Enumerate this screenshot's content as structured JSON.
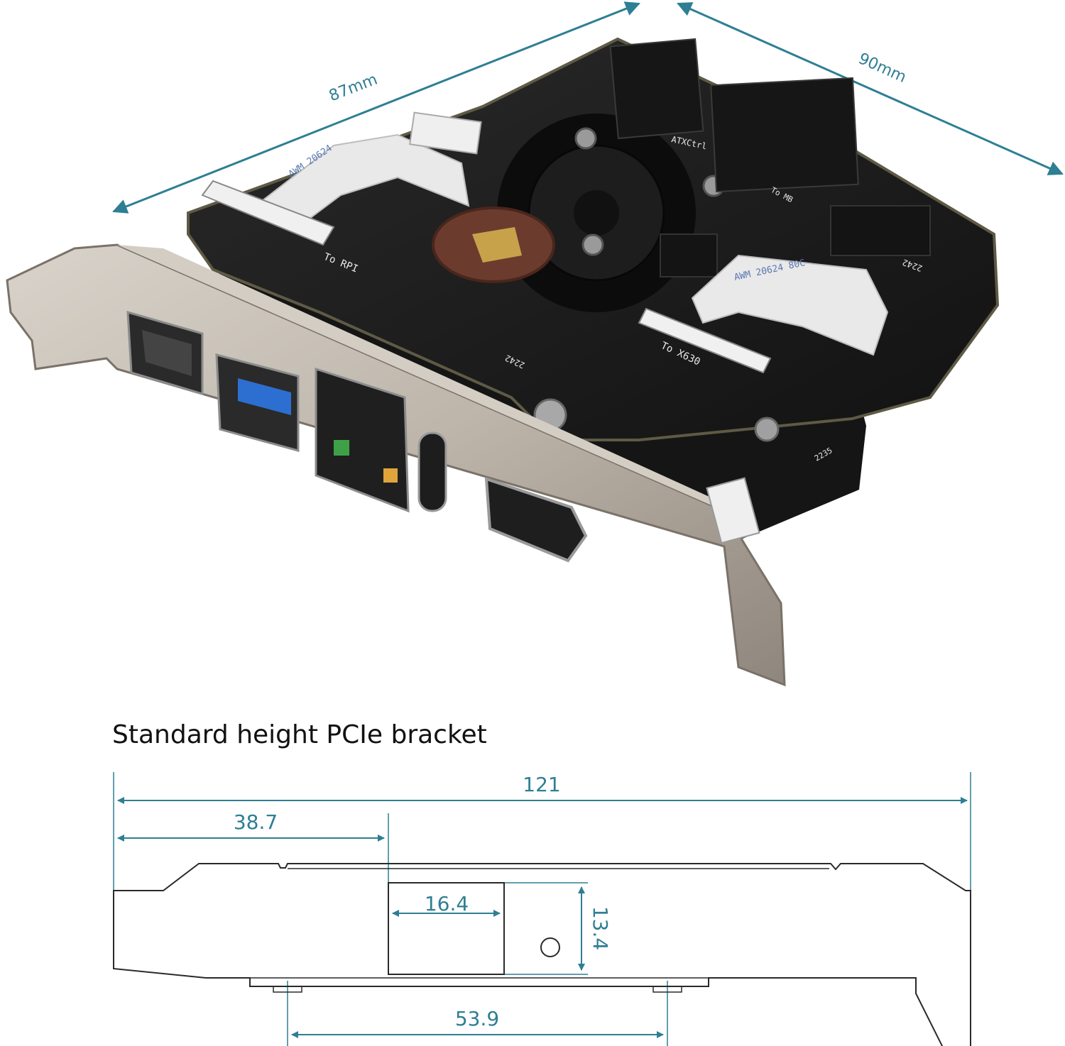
{
  "photo_dimensions": {
    "width_label": "87mm",
    "depth_label": "90mm"
  },
  "board_labels": {
    "to_rpi": "To RPI",
    "to_x630": "To X630",
    "to_mb": "To MB",
    "atx_ctrl": "ATXCtrl",
    "awm_1": "AWM 20624",
    "awm_2": "AWM 20624 80C",
    "date_code_1": "2242",
    "date_code_2": "2242",
    "date_code_3": "2235"
  },
  "drawing": {
    "title": "Standard height PCIe bracket",
    "overall_length": "121",
    "offset_to_cutout": "38.7",
    "cutout_width": "16.4",
    "cutout_height": "13.4",
    "tab_spacing": "53.9"
  },
  "colors": {
    "dimension": "#2e7f93",
    "pcb": "#1a1a1a",
    "bracket": "#b9b1a7",
    "usb3_blue": "#2d6fd1",
    "battery_holder": "#6b3c2e"
  }
}
